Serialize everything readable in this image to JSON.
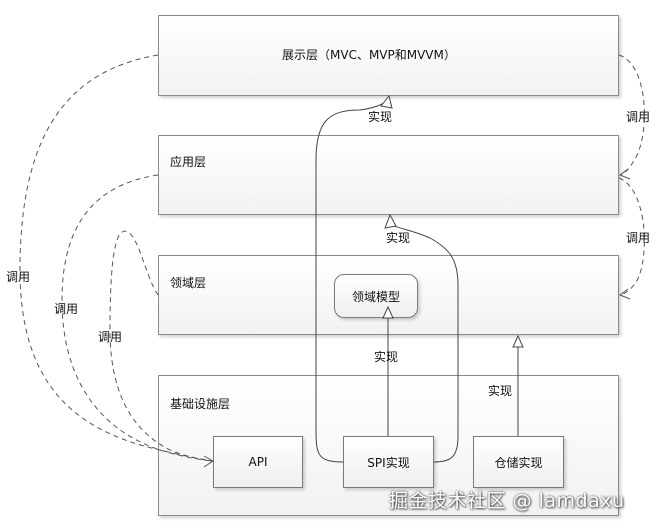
{
  "layers": {
    "presentation": "展示层（MVC、MVP和MVVM）",
    "application": "应用层",
    "domain": "领域层",
    "infrastructure": "基础设施层"
  },
  "boxes": {
    "domain_model": "领域模型",
    "api": "API",
    "spi_impl": "SPI实现",
    "repo_impl": "仓储实现"
  },
  "labels": {
    "impl_to_presentation": "实现",
    "impl_to_application": "实现",
    "impl_spi_to_domain": "实现",
    "impl_repo_to_domain": "实现",
    "call_right_upper": "调用",
    "call_right_lower": "调用",
    "call_left_outer": "调用",
    "call_left_middle": "调用",
    "call_left_inner": "调用"
  },
  "watermark": "掘金技术社区 @ lamdaxu"
}
